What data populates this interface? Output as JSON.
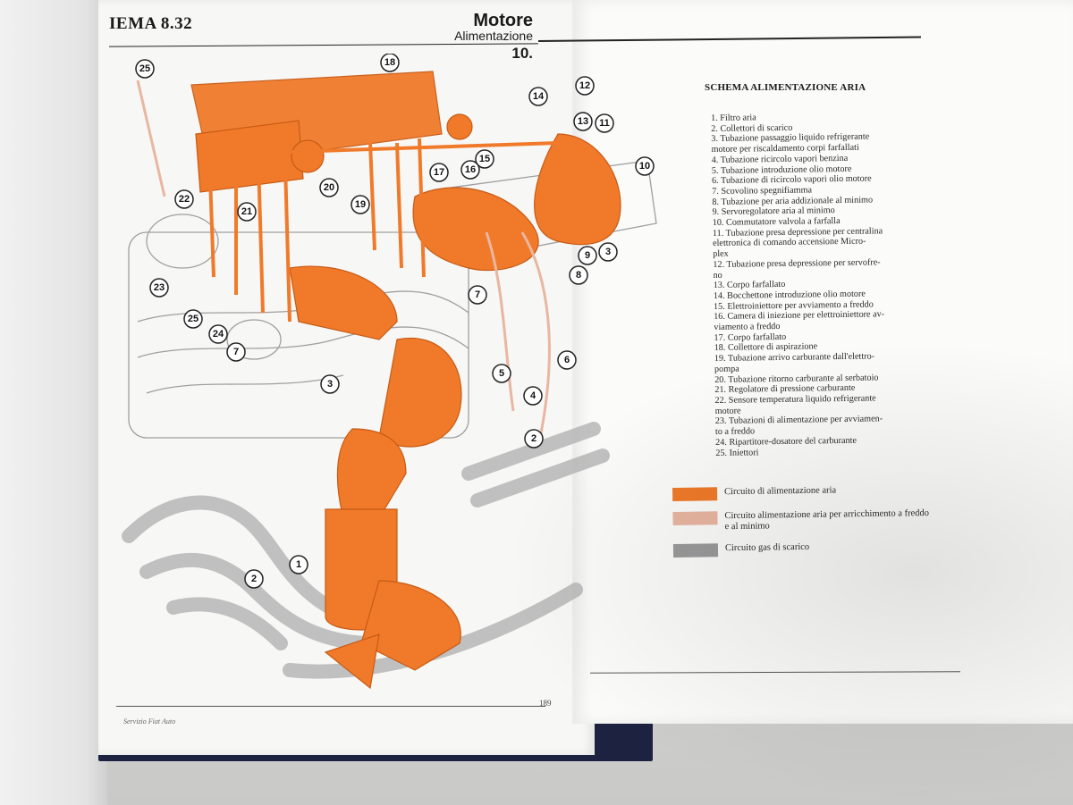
{
  "header": {
    "section": "IEMA 8.32",
    "title": "Motore",
    "subtitle": "Alimentazione",
    "number": "10."
  },
  "scheme_title": "SCHEMA ALIMENTAZIONE ARIA",
  "parts": [
    "1. Filtro aria",
    "2. Collettori di scarico",
    "3. Tubazione passaggio liquido refrigerante",
    "motore per riscaldamento corpi farfallati",
    "4. Tubazione ricircolo vapori benzina",
    "5. Tubazione introduzione olio motore",
    "6. Tubazione di ricircolo vapori olio motore",
    "7. Scovolino spegnifiamma",
    "8. Tubazione per aria addizionale al minimo",
    "9. Servoregolatore aria al minimo",
    "10. Commutatore valvola a farfalla",
    "11. Tubazione presa depressione per centralina",
    "elettronica di comando accensione Micro-",
    "plex",
    "12. Tubazione presa depressione per servofre-",
    "no",
    "13. Corpo farfallato",
    "14. Bocchettone introduzione olio motore",
    "15. Elettroiniettore per avviamento a freddo",
    "16. Camera di iniezione per elettroiniettore av-",
    "viamento a freddo",
    "17. Corpo farfallato",
    "18. Collettore di aspirazione",
    "19. Tubazione arrivo carburante dall'elettro-",
    "pompa",
    "20. Tubazione ritorno carburante al serbatoio",
    "21. Regolatore di pressione carburante",
    "22. Sensore temperatura liquido refrigerante",
    "motore",
    "23. Tubazioni di alimentazione per avviamen-",
    "to a freddo",
    "24. Ripartitore-dosatore del carburante",
    "25. Iniettori"
  ],
  "legend": [
    {
      "label": "Circuito di alimentazione aria",
      "color": "#f07a2a"
    },
    {
      "label": "Circuito alimentazione aria per arricchimento a freddo e al minimo",
      "color": "#e9b6a1"
    },
    {
      "label": "Circuito gas di scarico",
      "color": "#9a9a9a"
    }
  ],
  "callouts": [
    "1",
    "2",
    "2",
    "3",
    "3",
    "4",
    "5",
    "6",
    "7",
    "7",
    "8",
    "9",
    "10",
    "11",
    "12",
    "13",
    "14",
    "15",
    "16",
    "17",
    "18",
    "19",
    "20",
    "21",
    "22",
    "23",
    "24",
    "25",
    "25"
  ],
  "page_number": "189",
  "footer": "Servizio Fiat Auto",
  "colors": {
    "air": "#f07a2a",
    "air_light": "#e9b6a1",
    "exhaust": "#9a9a9a",
    "cover": "#1d2240"
  }
}
